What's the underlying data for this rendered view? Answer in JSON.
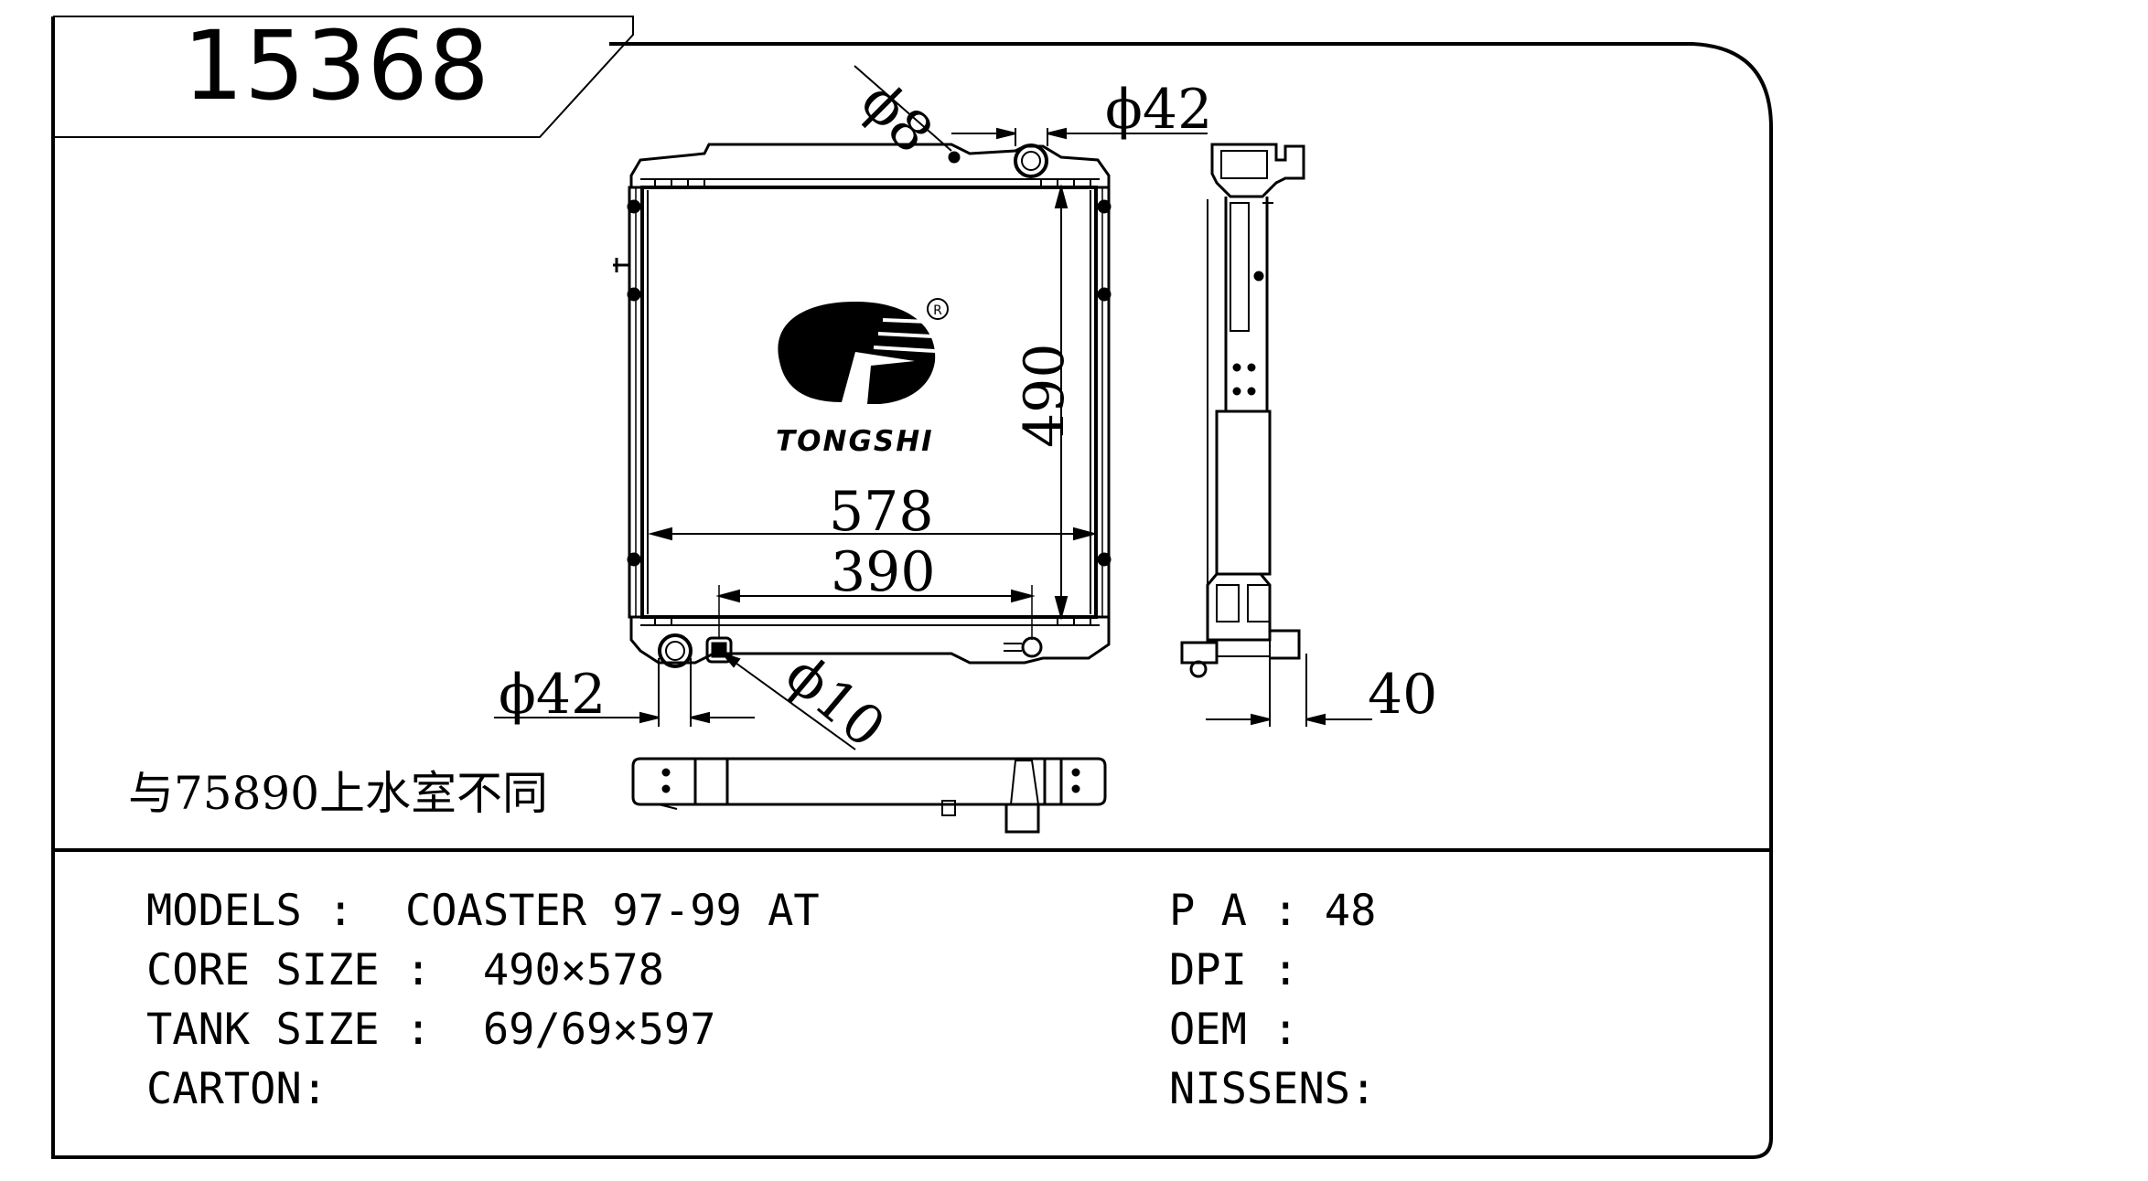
{
  "part_number": "15368",
  "note": "与75890上水室不同",
  "logo": {
    "text": "TONGSHI",
    "registered": "R"
  },
  "dimensions": {
    "top_outlet_small": "ϕ8",
    "top_outlet": "ϕ42",
    "height": "490",
    "width": "578",
    "bottom_spacing": "390",
    "bottom_outlet": "ϕ42",
    "bottom_drain": "ϕ10",
    "thickness": "40"
  },
  "specs": {
    "models": {
      "label": "MODELS",
      "value": "COASTER 97-99 AT"
    },
    "core_size": {
      "label": "CORE SIZE",
      "value": "490×578"
    },
    "tank_size": {
      "label": "TANK SIZE",
      "value": "69/69×597"
    },
    "carton": {
      "label": "CARTON:",
      "value": ""
    },
    "pa": {
      "label": "P A",
      "value": "48"
    },
    "dpi": {
      "label": "DPI",
      "value": ""
    },
    "oem": {
      "label": "OEM",
      "value": ""
    },
    "nissens": {
      "label": "NISSENS:",
      "value": ""
    }
  }
}
